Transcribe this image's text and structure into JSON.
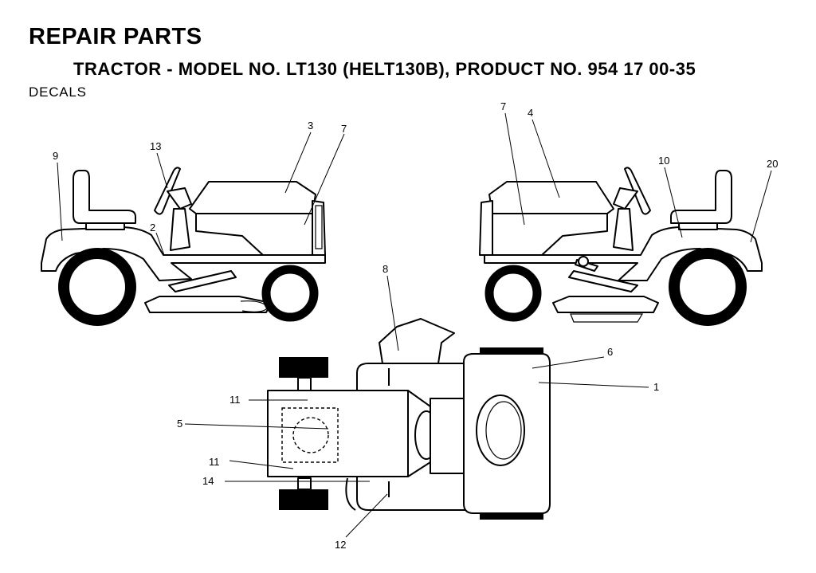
{
  "header": {
    "title": "REPAIR PARTS",
    "subtitle": "TRACTOR - MODEL NO. LT130 (HELT130B), PRODUCT NO. 954 17 00-35",
    "section": "DECALS"
  },
  "callouts": {
    "c1": "1",
    "c2": "2",
    "c3": "3",
    "c4": "4",
    "c5": "5",
    "c6": "6",
    "c7a": "7",
    "c7b": "7",
    "c8": "8",
    "c9": "9",
    "c10": "10",
    "c11a": "11",
    "c11b": "11",
    "c12": "12",
    "c13": "13",
    "c14": "14",
    "c20": "20"
  }
}
